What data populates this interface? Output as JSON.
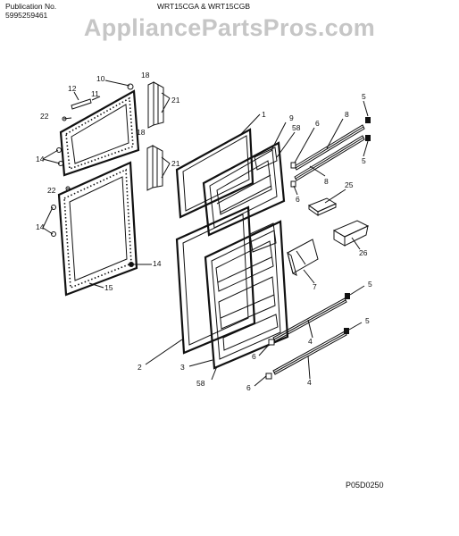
{
  "header": {
    "publication_label": "Publication No.",
    "publication_number": "5995259461",
    "model_title": "WRT15CGA & WRT15CGB"
  },
  "watermark": "AppliancePartsPros.com",
  "diagram_code": "P05D0250",
  "callouts": [
    "1",
    "2",
    "3",
    "4",
    "4",
    "5",
    "5",
    "5",
    "5",
    "6",
    "6",
    "6",
    "6",
    "7",
    "8",
    "8",
    "9",
    "10",
    "11",
    "12",
    "14",
    "14",
    "14",
    "15",
    "18",
    "18",
    "21",
    "21",
    "22",
    "22",
    "25",
    "26",
    "58",
    "58"
  ]
}
